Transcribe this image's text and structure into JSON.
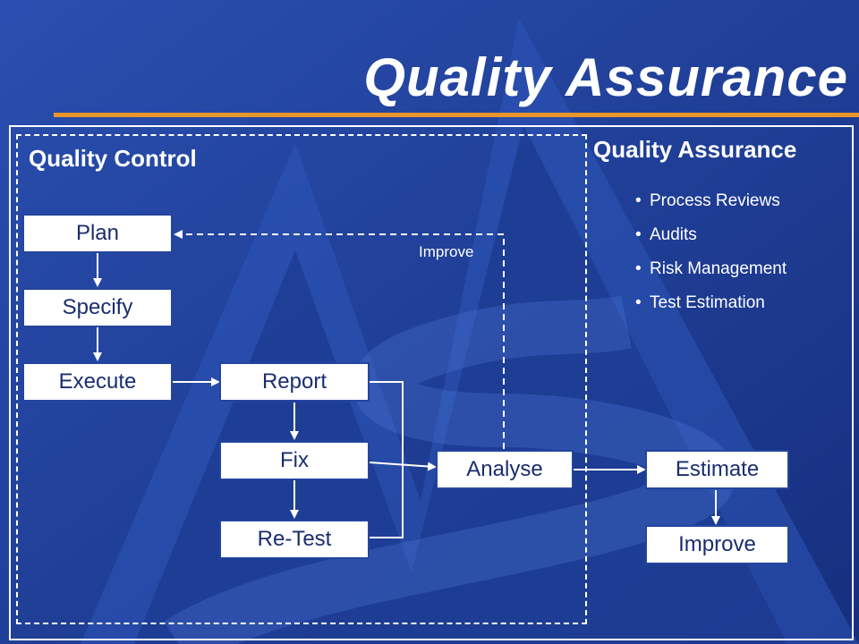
{
  "title": "Quality Assurance",
  "quality_control": {
    "heading": "Quality Control",
    "nodes": {
      "plan": "Plan",
      "specify": "Specify",
      "execute": "Execute",
      "report": "Report",
      "fix": "Fix",
      "retest": "Re-Test",
      "analyse": "Analyse"
    },
    "feedback_label": "Improve"
  },
  "quality_assurance": {
    "heading": "Quality Assurance",
    "items": [
      "Process Reviews",
      "Audits",
      "Risk Management",
      "Test Estimation"
    ],
    "nodes": {
      "estimate": "Estimate",
      "improve": "Improve"
    }
  },
  "colors": {
    "background": "#1f3f96",
    "accent_rule": "#e8962c",
    "box_fill": "#ffffff",
    "box_text": "#1a2d6e"
  }
}
